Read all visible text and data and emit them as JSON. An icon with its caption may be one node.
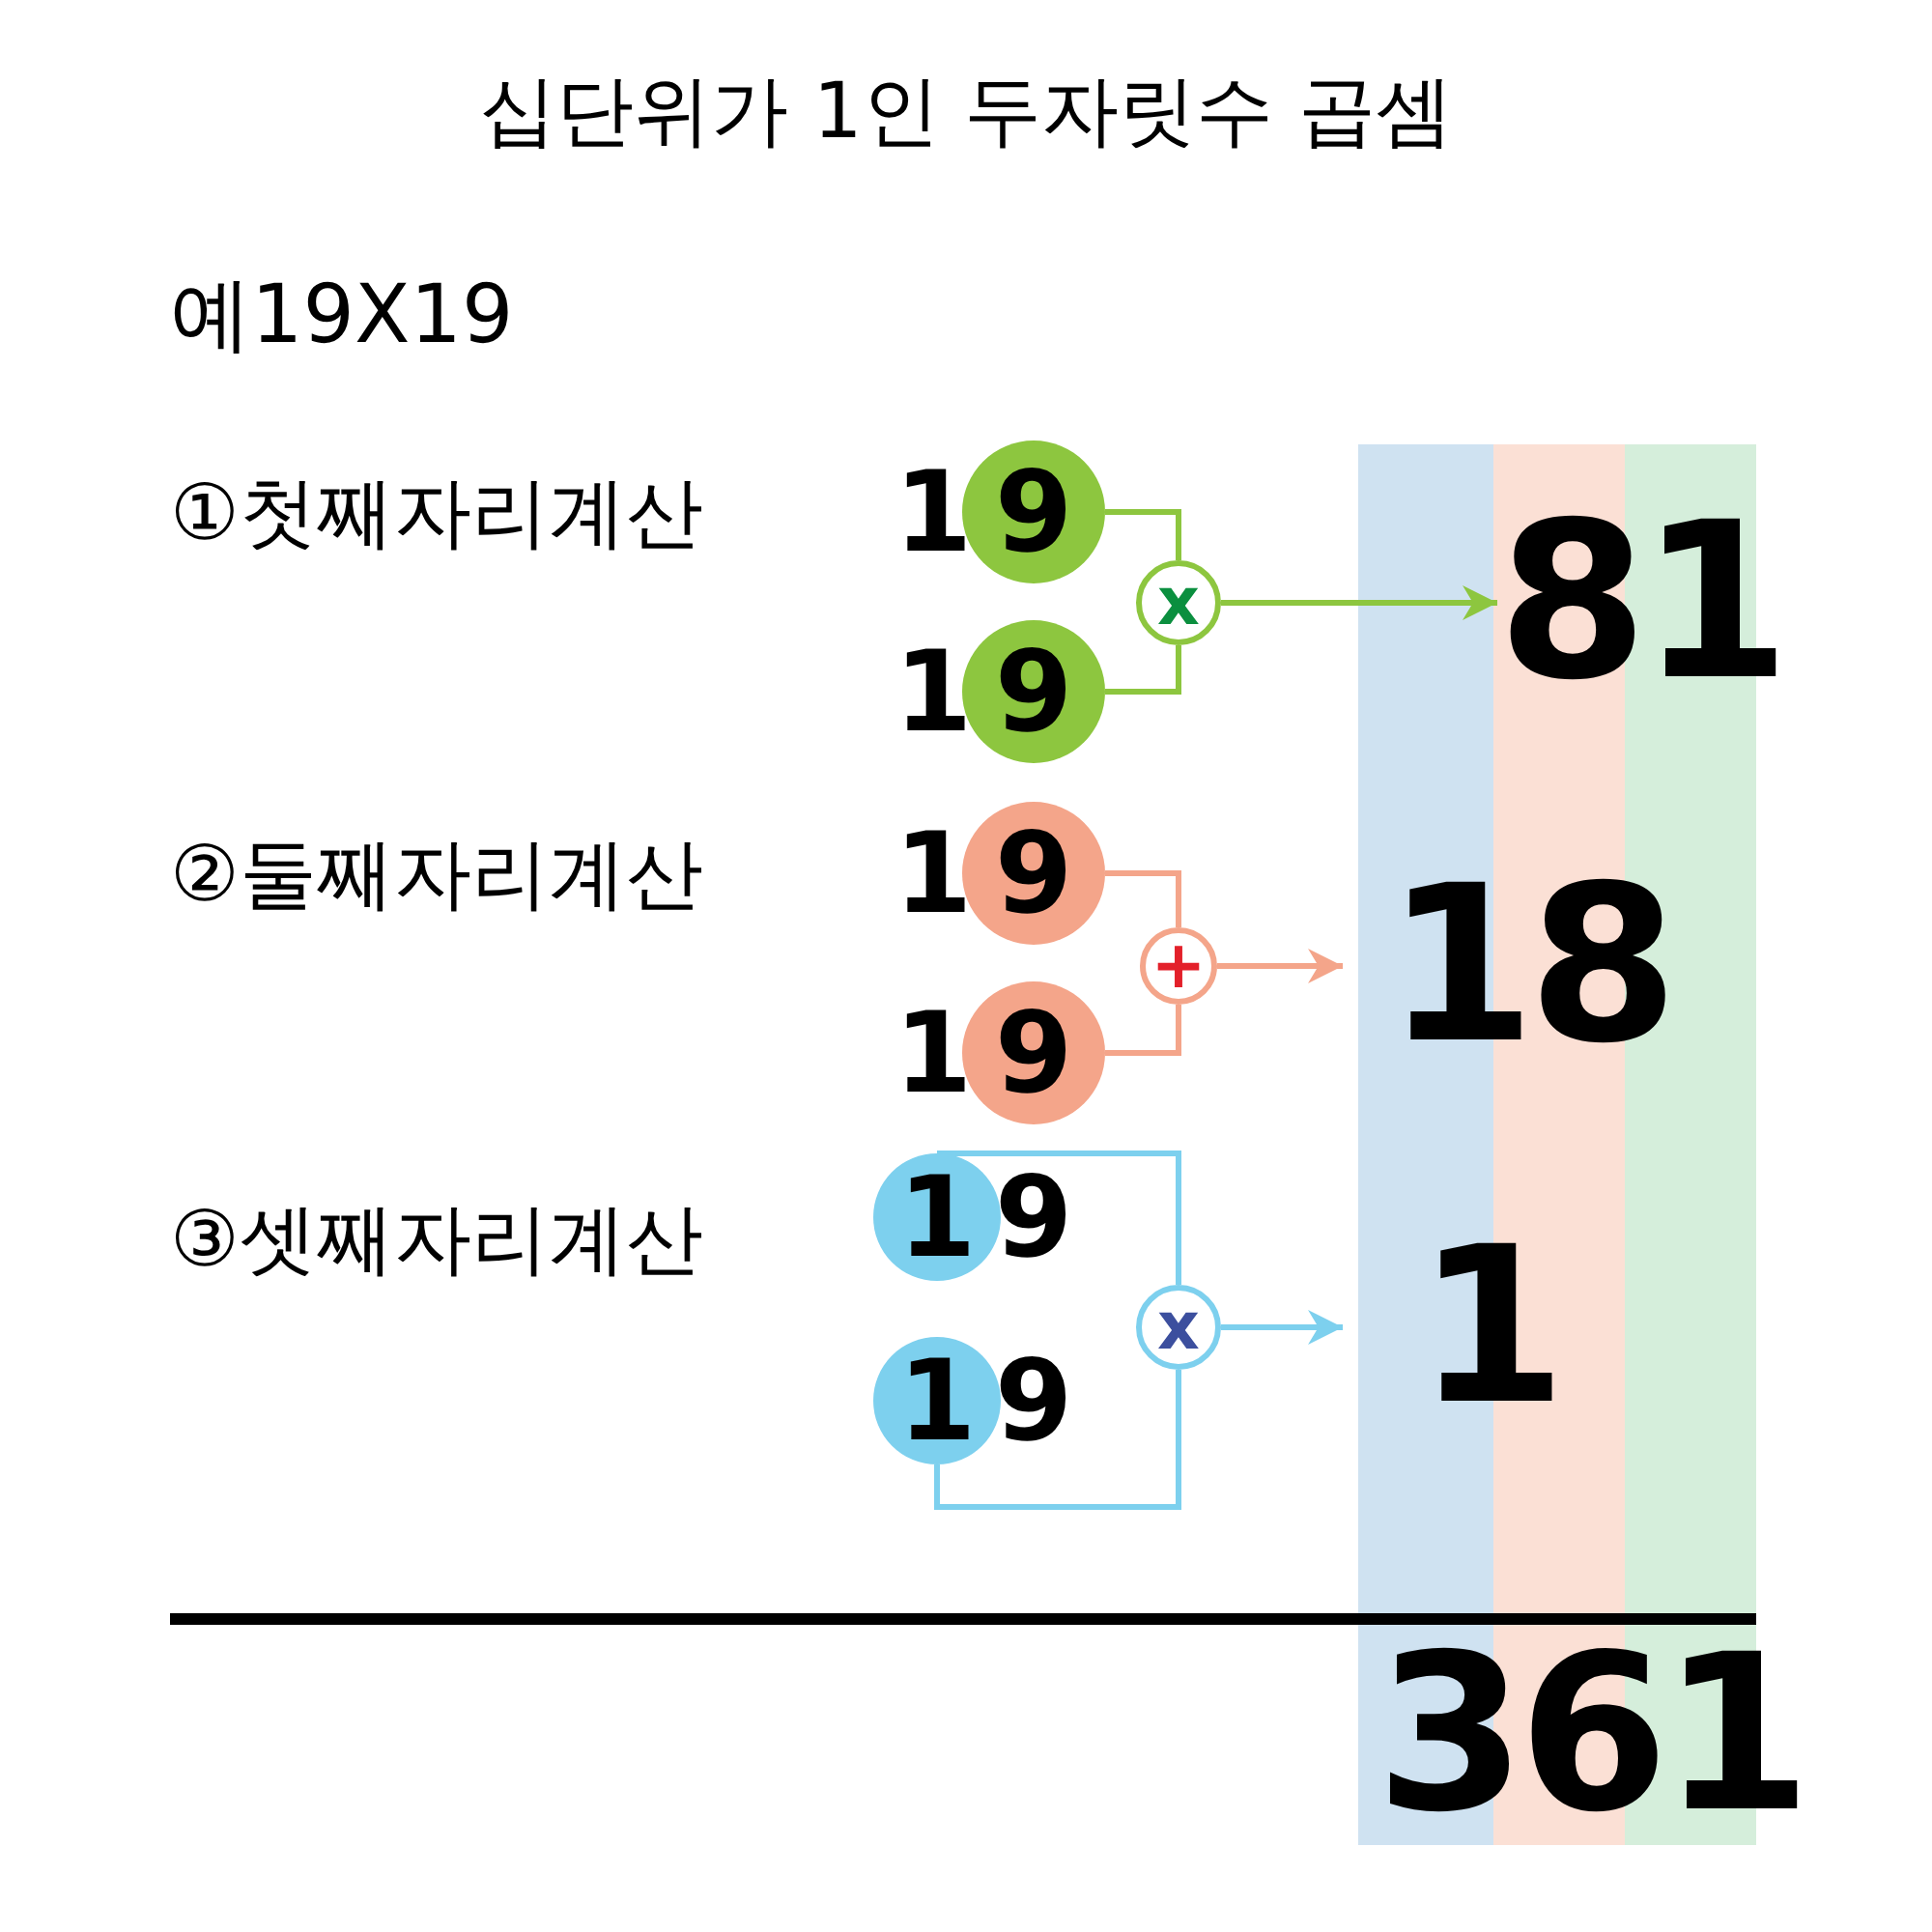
{
  "diagram": {
    "title": "십단위가 1인 두자릿수 곱셈",
    "nodes": [
      {
        "text": [
          "9"
        ],
        "beside": [
          "1"
        ]
      },
      {
        "text": [
          "9"
        ],
        "beside": [
          "1"
        ]
      },
      {
        "text": [
          "x"
        ]
      },
      {
        "text": [
          "81"
        ]
      },
      {
        "text": [
          "9"
        ],
        "beside": [
          "1"
        ]
      },
      {
        "text": [
          "9"
        ],
        "beside": [
          "1"
        ]
      },
      {
        "text": [
          "+"
        ]
      },
      {
        "text": [
          "18"
        ]
      },
      {
        "text": [
          "1"
        ],
        "beside": [
          "9"
        ]
      },
      {
        "text": [
          "1"
        ],
        "beside": [
          "9"
        ]
      },
      {
        "text": [
          "x"
        ]
      },
      {
        "text": [
          "1"
        ]
      }
    ],
    "edges": [
      {
        "from": 0,
        "to": 2,
        "arrow": "none",
        "color": "#8dc63f"
      },
      {
        "from": 1,
        "to": 2,
        "arrow": "none",
        "color": "#8dc63f"
      },
      {
        "from": 2,
        "to": 3,
        "arrow": "to",
        "color": "#8dc63f"
      },
      {
        "from": 4,
        "to": 6,
        "arrow": "none",
        "color": "#f4a58a"
      },
      {
        "from": 5,
        "to": 6,
        "arrow": "none",
        "color": "#f4a58a"
      },
      {
        "from": 6,
        "to": 7,
        "arrow": "to",
        "color": "#f4a58a"
      },
      {
        "from": 8,
        "to": 10,
        "arrow": "none",
        "color": "#7dd0ee"
      },
      {
        "from": 9,
        "to": 10,
        "arrow": "none",
        "color": "#7dd0ee"
      },
      {
        "from": 10,
        "to": 11,
        "arrow": "to",
        "color": "#7dd0ee"
      }
    ],
    "labels": [
      "예19X19",
      "①첫째자리계산",
      "②둘째자리계산",
      "③셋째자리계산",
      "361"
    ]
  }
}
